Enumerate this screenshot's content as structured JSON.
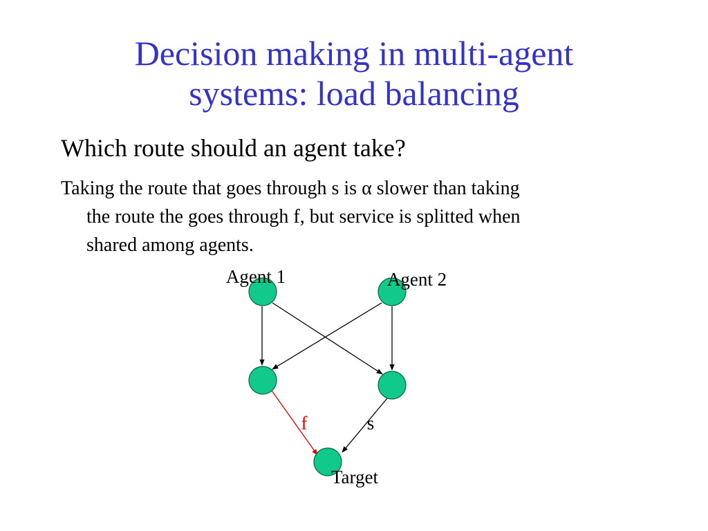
{
  "slide": {
    "title_line1": "Decision making in multi-agent",
    "title_line2": "systems: load balancing",
    "question": "Which route should an agent take?",
    "description_line1": "Taking the route that goes through s is α slower than taking",
    "description_line2": "the route the goes through f, but service is splitted when",
    "description_line3": "shared among agents."
  },
  "diagram": {
    "nodes": {
      "agent1": "Agent 1",
      "agent2": "Agent 2",
      "target": "Target"
    },
    "edge_labels": {
      "fast": "f",
      "slow": "s"
    },
    "colors": {
      "title": "#3333cc",
      "node_fill": "#11c98a",
      "node_stroke": "#006644",
      "fast_edge": "#dd0000",
      "edge": "#000000"
    }
  }
}
